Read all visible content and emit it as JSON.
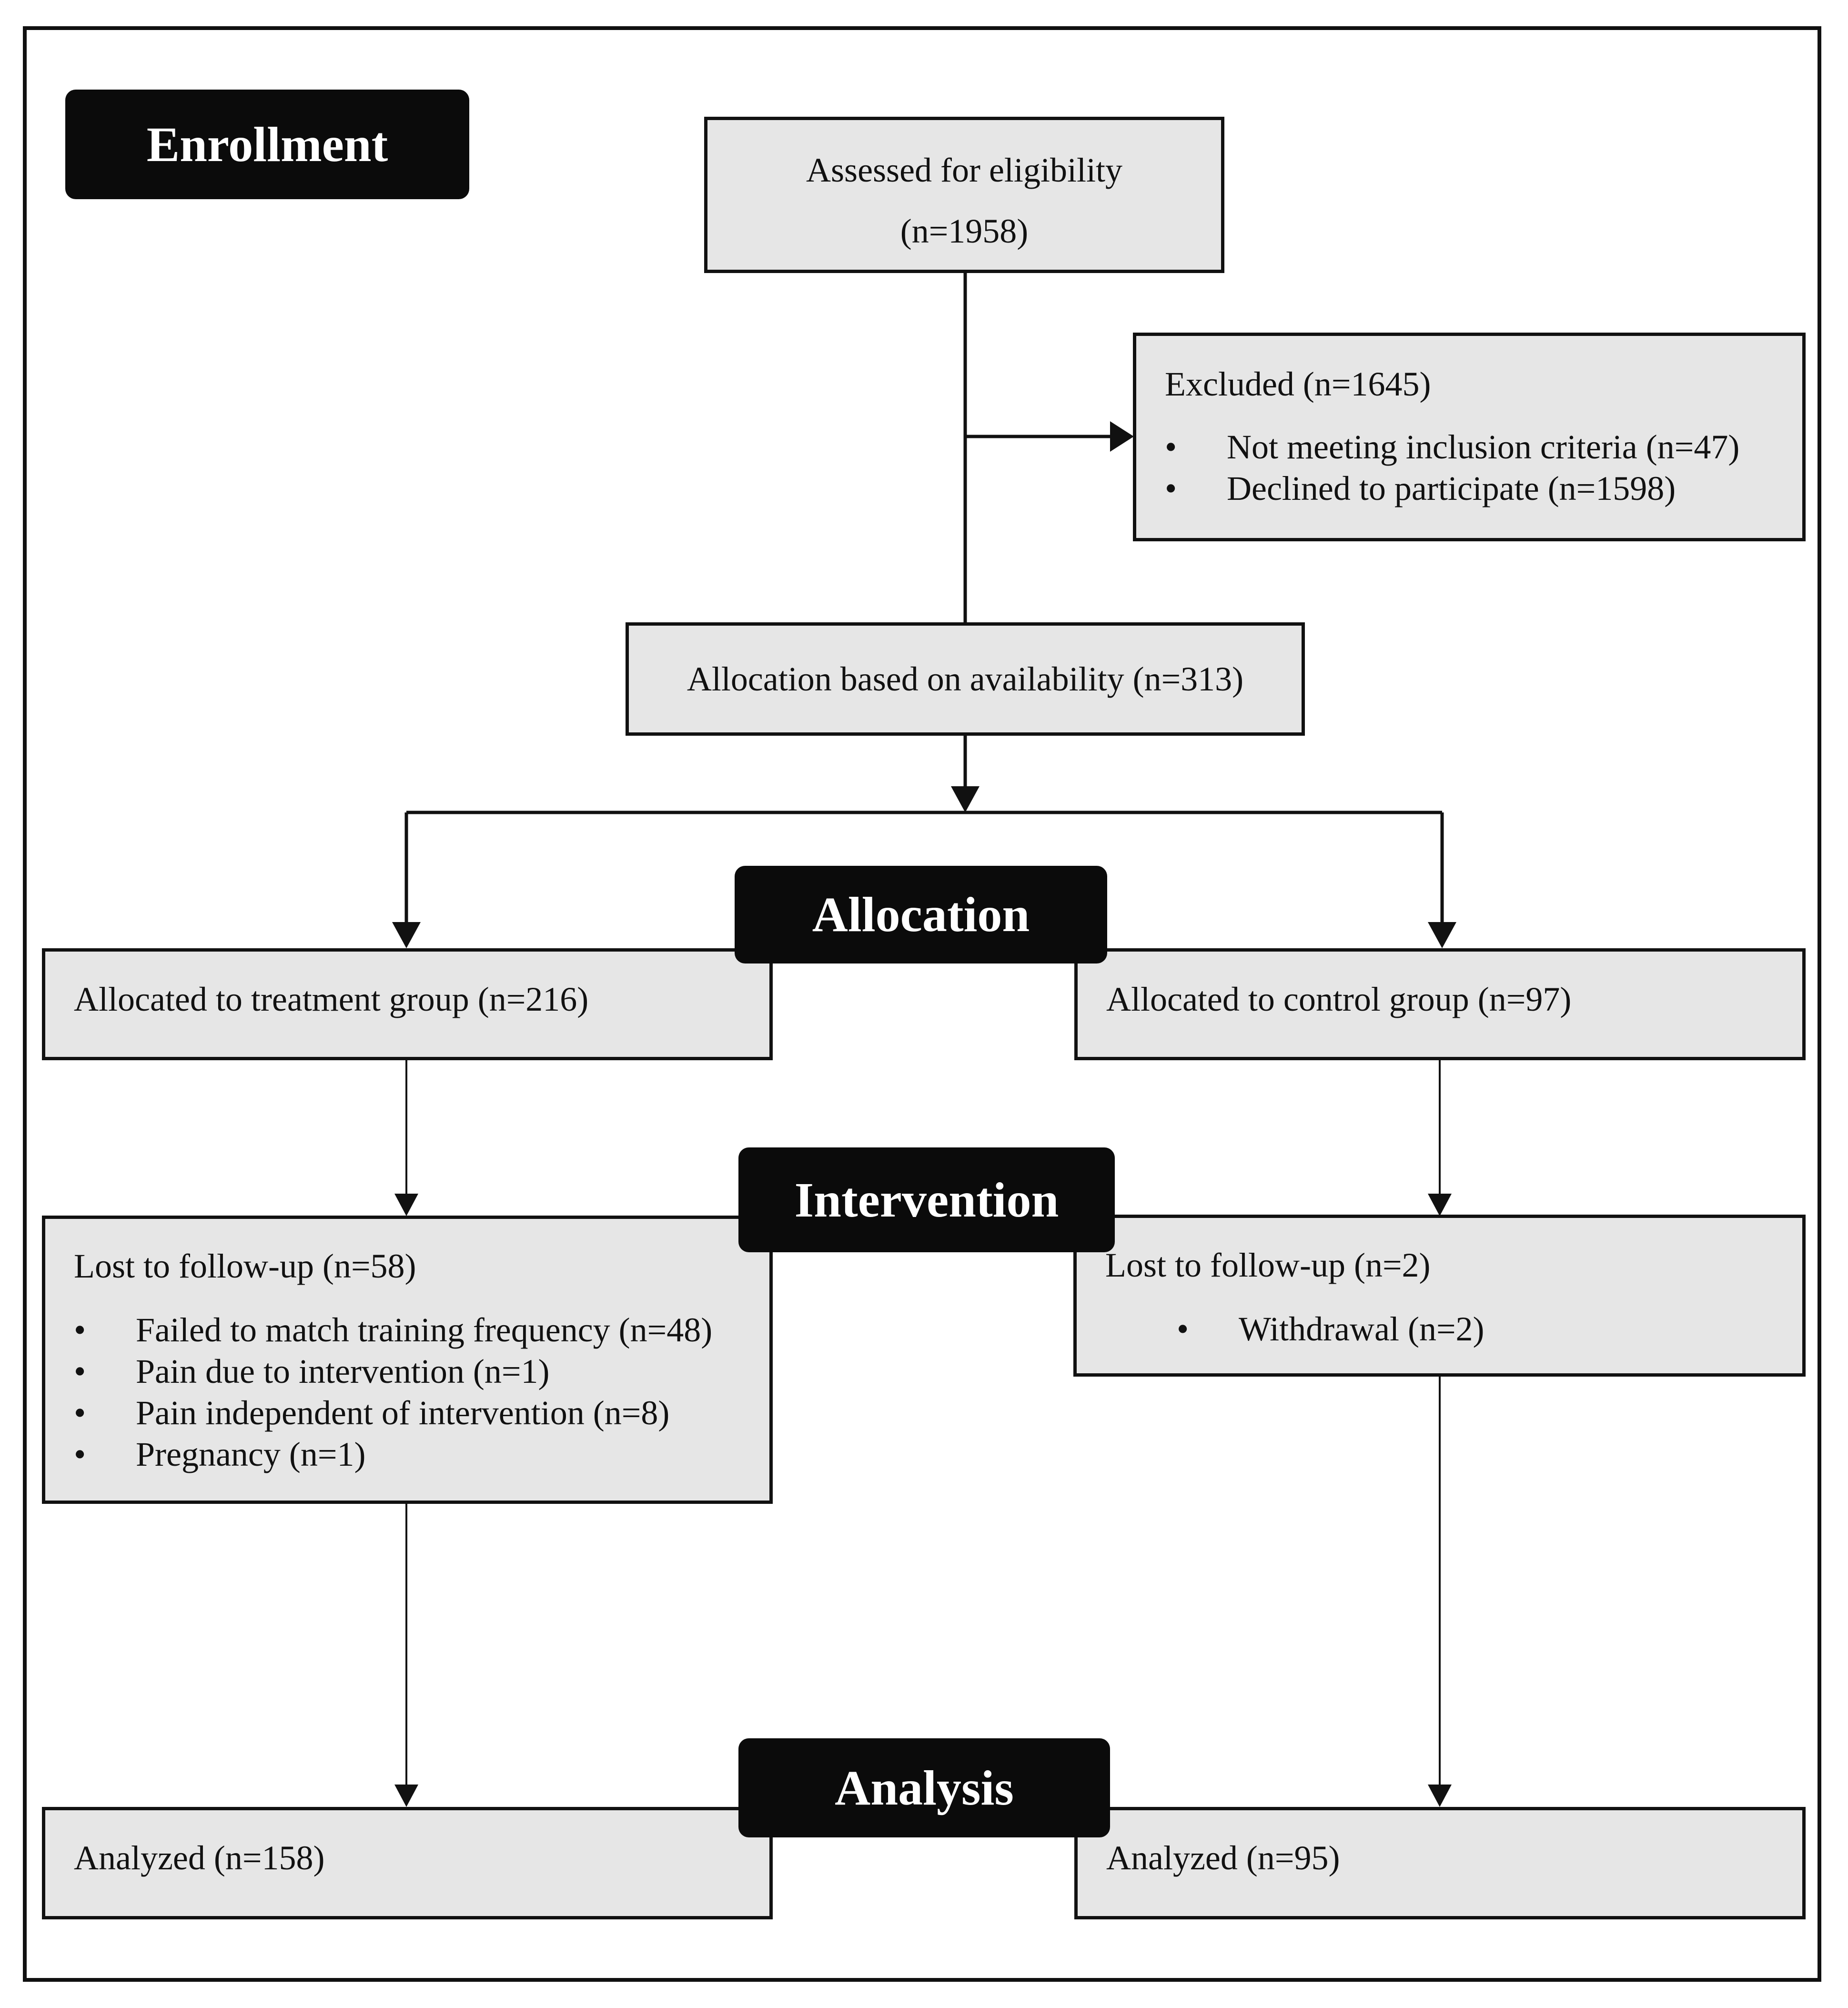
{
  "stages": {
    "enrollment": "Enrollment",
    "allocation": "Allocation",
    "intervention": "Intervention",
    "analysis": "Analysis"
  },
  "assessed": {
    "line1": "Assessed for eligibility",
    "line2": "(n=1958)"
  },
  "excluded": {
    "title": "Excluded (n=1645)",
    "items": [
      "Not meeting inclusion criteria (n=47)",
      "Declined to participate (n=1598)"
    ]
  },
  "allocation_basis": "Allocation based on availability (n=313)",
  "treatment": {
    "allocated": "Allocated to treatment group (n=216)",
    "lost_title": "Lost to follow-up  (n=58)",
    "lost_items": [
      "Failed to match training frequency (n=48)",
      "Pain due to intervention  (n=1)",
      "Pain independent of intervention (n=8)",
      "Pregnancy (n=1)"
    ],
    "analyzed": "Analyzed (n=158)"
  },
  "control": {
    "allocated": "Allocated to control group (n=97)",
    "lost_title": "Lost to follow-up (n=2)",
    "lost_items": [
      "Withdrawal (n=2)"
    ],
    "analyzed": "Analyzed (n=95)"
  }
}
